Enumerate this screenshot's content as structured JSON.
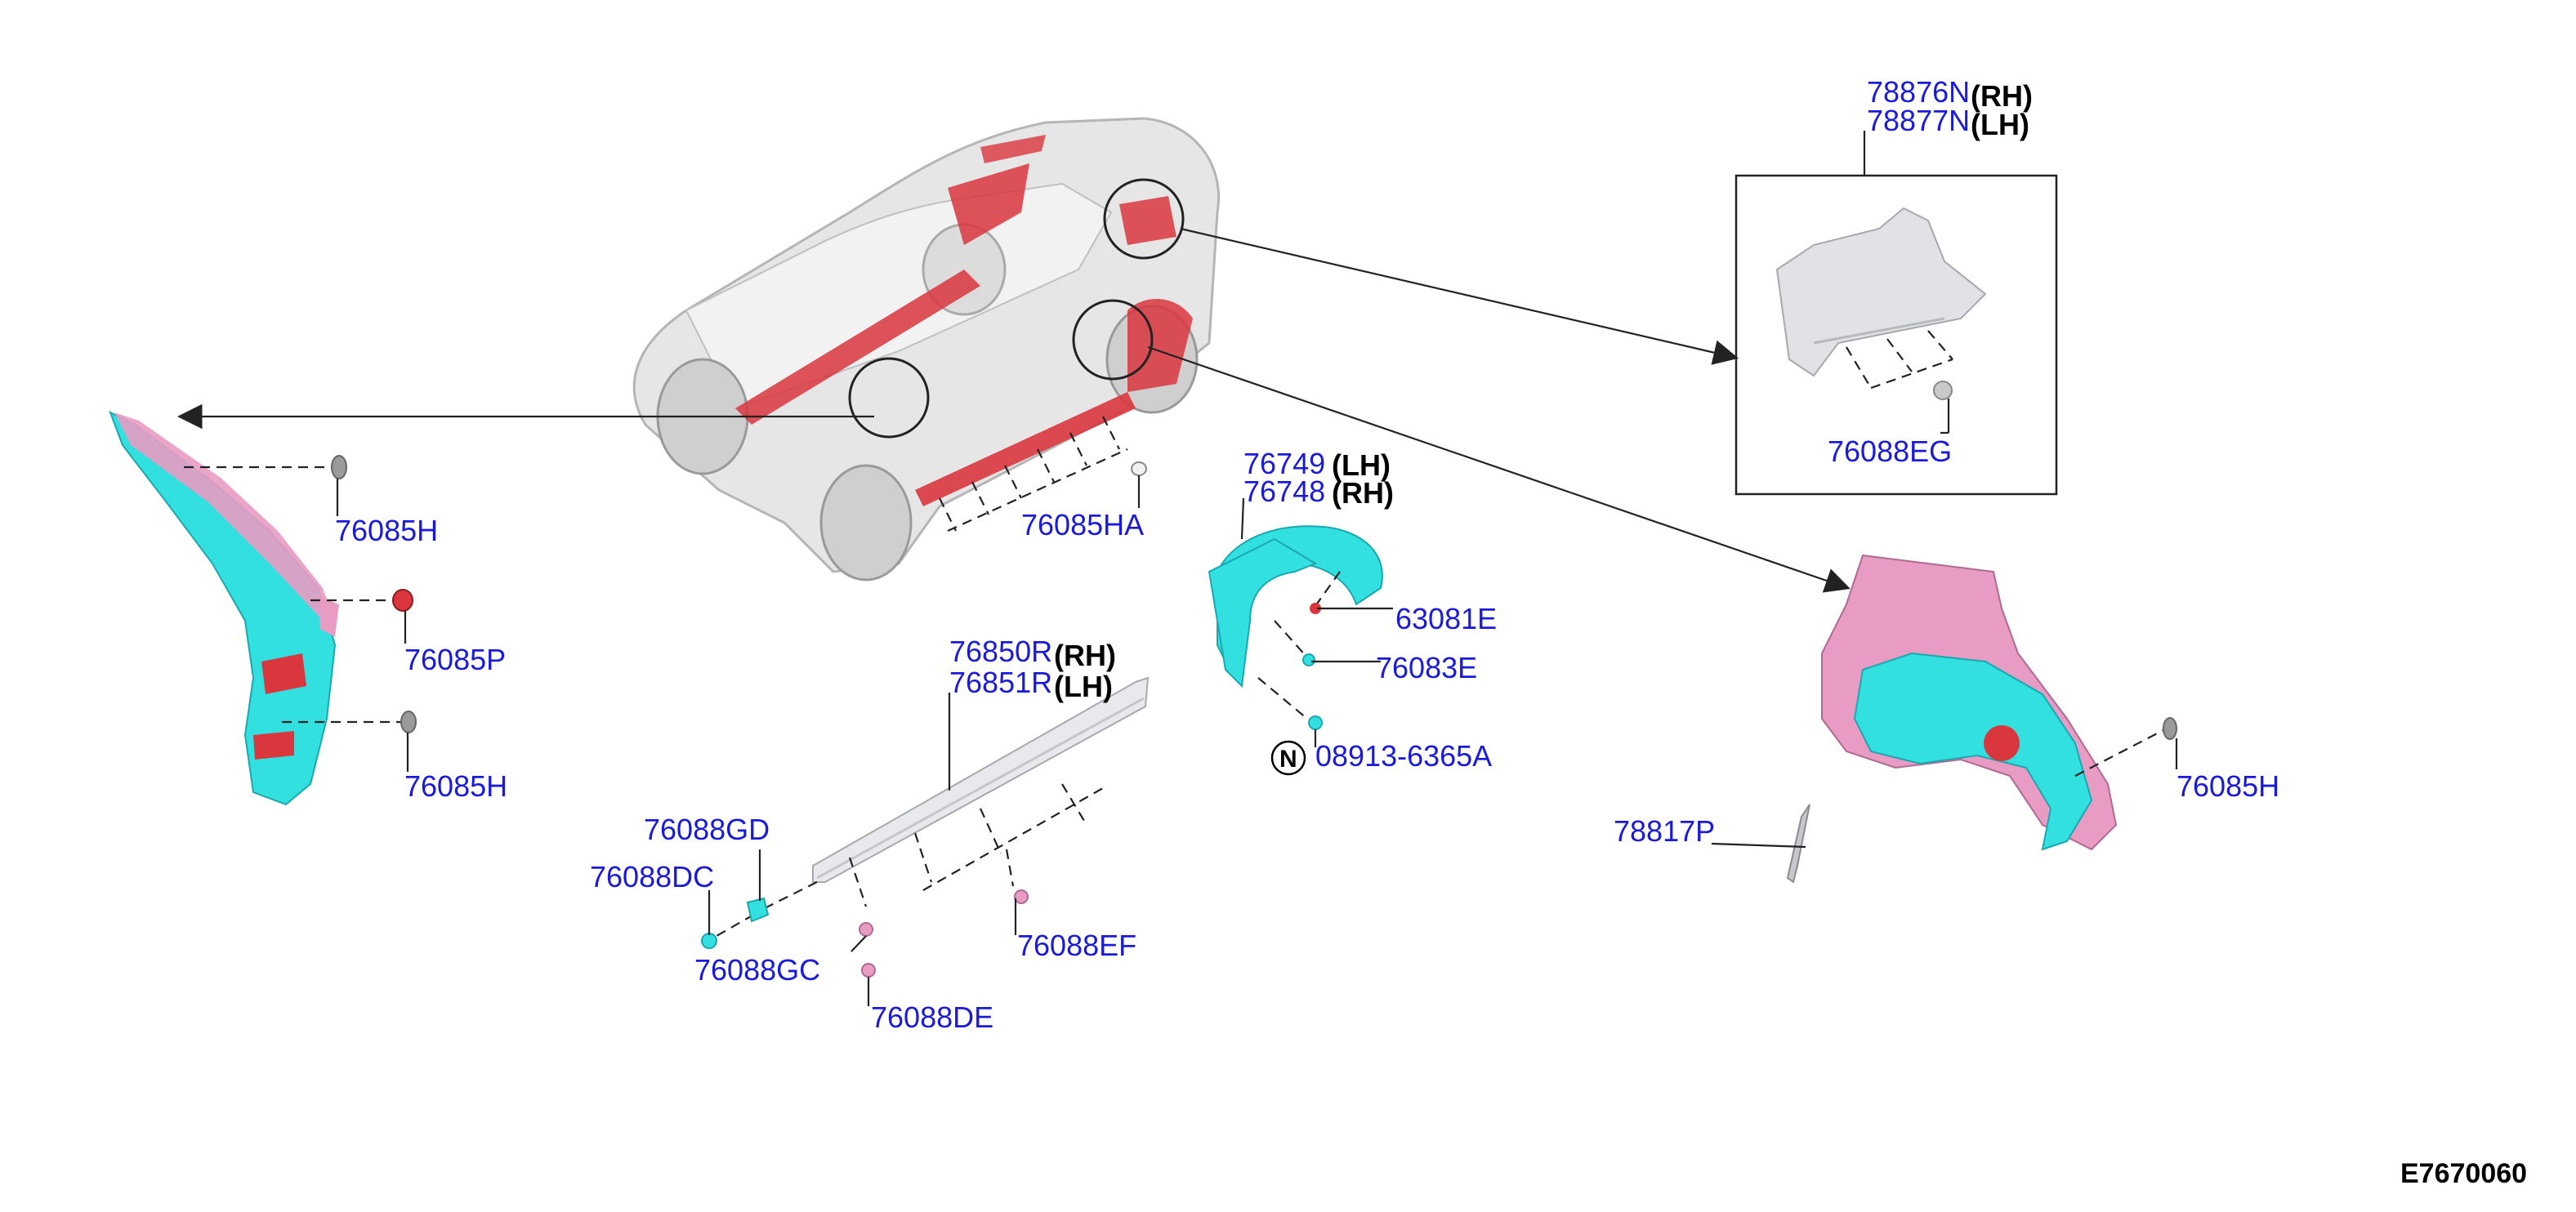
{
  "figure_id": "E7670060",
  "side_labels": {
    "rh": "(RH)",
    "lh": "(LH)"
  },
  "n_marker": "N",
  "parts": {
    "p78876N": "78876N",
    "p78877N": "78877N",
    "p76088EG": "76088EG",
    "p76085H_top": "76085H",
    "p76085P": "76085P",
    "p76085H_left_low": "76085H",
    "p76085HA": "76085HA",
    "p76749": "76749",
    "p76748": "76748",
    "p63081E": "63081E",
    "p76083E": "76083E",
    "p08913": "08913-6365A",
    "p76850R": "76850R",
    "p76851R": "76851R",
    "p76088GD": "76088GD",
    "p76088DC": "76088DC",
    "p76088GC": "76088GC",
    "p76088DE": "76088DE",
    "p76088EF": "76088EF",
    "p78817P": "78817P",
    "p76085H_right": "76085H"
  },
  "colors": {
    "callout_text": "#1a1adb",
    "red_part": "#d9363e",
    "cyan_part": "#33e0e0",
    "pink_part": "#e89bc3",
    "car_body": "#e6e6e6"
  },
  "icons": [
    "arrowhead",
    "circle-highlight"
  ]
}
